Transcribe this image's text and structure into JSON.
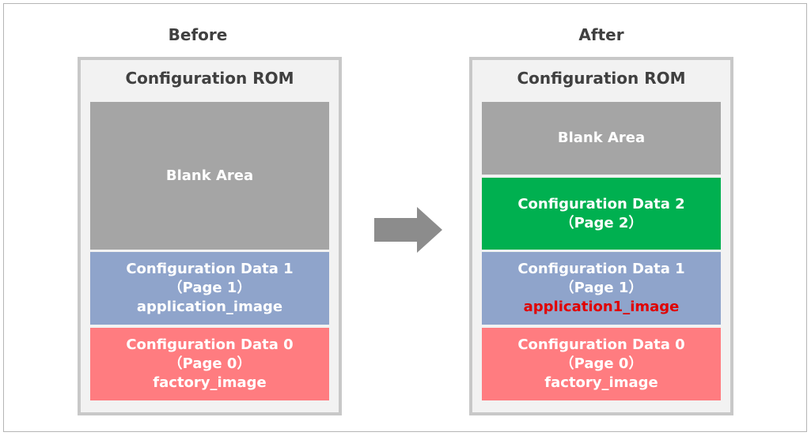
{
  "before": {
    "heading": "Before",
    "rom_title": "Configuration ROM",
    "blocks": [
      {
        "name": "Blank Area",
        "page": "",
        "image": ""
      },
      {
        "name": "Configuration Data 1",
        "page": "（Page 1）",
        "image": "application_image"
      },
      {
        "name": "Configuration Data 0",
        "page": "（Page 0）",
        "image": "factory_image"
      }
    ]
  },
  "after": {
    "heading": "After",
    "rom_title": "Configuration ROM",
    "blocks": [
      {
        "name": "Blank Area",
        "page": "",
        "image": ""
      },
      {
        "name": "Configuration Data 2",
        "page": "（Page 2）",
        "image": ""
      },
      {
        "name": "Configuration Data 1",
        "page": "（Page 1）",
        "image": "application1_image"
      },
      {
        "name": "Configuration Data 0",
        "page": "（Page 0）",
        "image": "factory_image"
      }
    ]
  },
  "colors": {
    "blank": "#a5a5a5",
    "new_data": "#00b050",
    "data1": "#8fa4cb",
    "data0": "#ff7c80",
    "highlight_text": "#e00000",
    "arrow": "#8c8c8c"
  },
  "icons": {
    "transition": "right-arrow-icon"
  }
}
